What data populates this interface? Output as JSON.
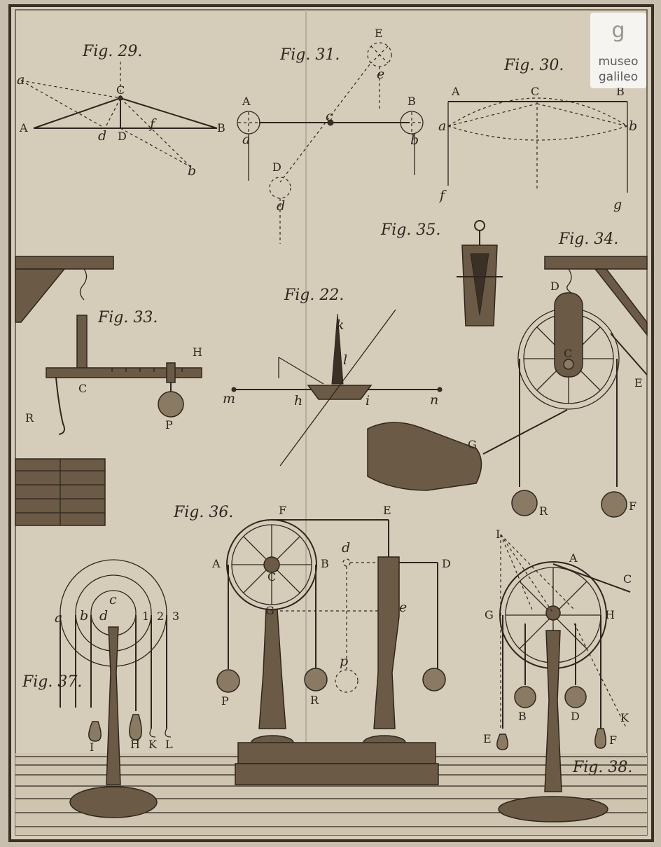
{
  "watermark": {
    "mark": "g",
    "line1": "museo",
    "line2": "galileo"
  },
  "figures": {
    "fig29": {
      "title": "Fig. 29.",
      "labels": [
        "a",
        "C",
        "A",
        "d",
        "D",
        "f",
        "B",
        "b"
      ]
    },
    "fig31": {
      "title": "Fig. 31.",
      "labels": [
        "E",
        "e",
        "A",
        "B",
        "c",
        "a",
        "b",
        "D",
        "d"
      ]
    },
    "fig30": {
      "title": "Fig. 30.",
      "labels": [
        "A",
        "C",
        "B",
        "a",
        "b",
        "f",
        "g"
      ]
    },
    "fig35": {
      "title": "Fig. 35."
    },
    "fig34": {
      "title": "Fig. 34.",
      "labels": [
        "D",
        "C",
        "E",
        "G",
        "R",
        "F"
      ]
    },
    "fig33": {
      "title": "Fig. 33.",
      "labels": [
        "H",
        "C",
        "R",
        "P"
      ]
    },
    "fig22": {
      "title": "Fig. 22.",
      "labels": [
        "k",
        "l",
        "m",
        "h",
        "i",
        "n"
      ]
    },
    "fig36": {
      "title": "Fig. 36.",
      "labels": [
        "F",
        "E",
        "d",
        "A",
        "B",
        "D",
        "C",
        "G",
        "e",
        "P",
        "R",
        "p"
      ]
    },
    "fig37": {
      "title": "Fig. 37.",
      "labels": [
        "a",
        "b",
        "d",
        "c",
        "1",
        "2",
        "3",
        "I",
        "H",
        "K",
        "L"
      ]
    },
    "fig38": {
      "title": "Fig. 38.",
      "labels": [
        "I",
        "A",
        "C",
        "G",
        "H",
        "B",
        "D",
        "K",
        "E",
        "F"
      ]
    }
  },
  "colors": {
    "paper": "#d6ccba",
    "ink": "#2e261d",
    "frame": "#3a3026"
  }
}
